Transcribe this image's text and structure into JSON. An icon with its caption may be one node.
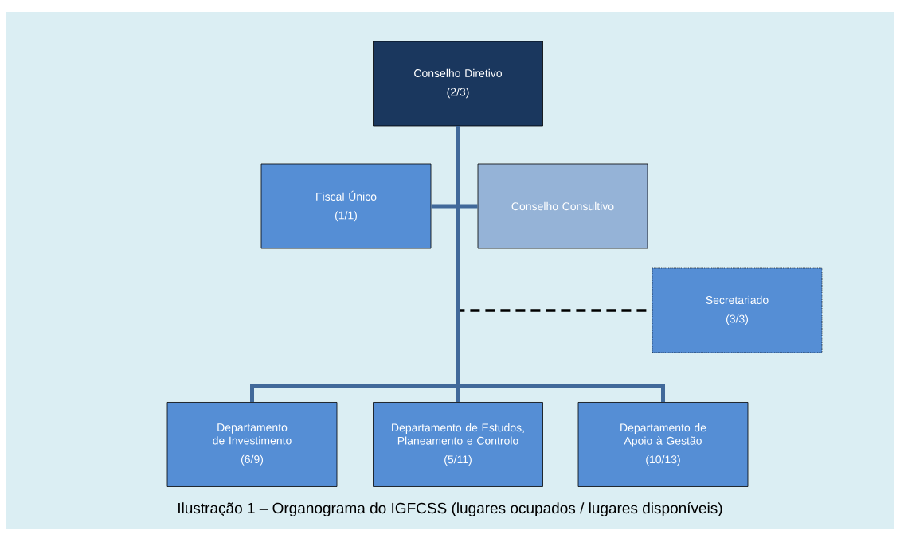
{
  "diagram": {
    "caption": "Ilustração 1 – Organograma do IGFCSS (lugares ocupados / lugares disponíveis)",
    "nodes": [
      {
        "text": [
          "Conselho Diretivo",
          "(2/3)"
        ]
      },
      {
        "text": [
          "Fiscal Único",
          "(1/1)"
        ]
      },
      {
        "text": [
          "Conselho Consultivo"
        ]
      },
      {
        "text": [
          "Secretariado",
          "(3/3)"
        ]
      },
      {
        "text": [
          "Departamento de Investimento",
          "(6/9)"
        ]
      },
      {
        "text": [
          "Departamento de Estudos, Planeamento e Controlo",
          "(5/11)"
        ]
      },
      {
        "text": [
          "Departamento de Apoio à Gestão",
          "(10/13)"
        ]
      }
    ],
    "edges": [
      {
        "from": 0,
        "to": 1,
        "arrow": "none"
      },
      {
        "from": 0,
        "to": 2,
        "arrow": "none"
      },
      {
        "from": 0,
        "to": 3,
        "arrow": "none",
        "style": "dashed",
        "color": "#000000"
      },
      {
        "from": 0,
        "to": 4,
        "arrow": "none"
      },
      {
        "from": 0,
        "to": 5,
        "arrow": "none"
      },
      {
        "from": 0,
        "to": 6,
        "arrow": "none"
      }
    ]
  }
}
